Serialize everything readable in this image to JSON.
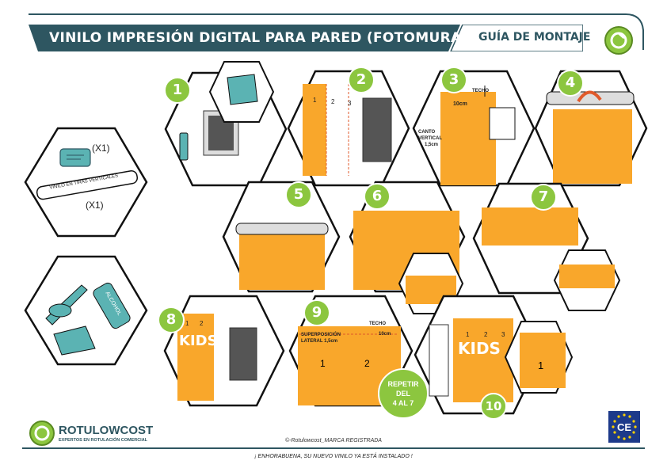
{
  "header": {
    "title": "VINILO IMPRESIÓN DIGITAL PARA PARED (FOTOMURAL)",
    "guide": "GUÍA DE MONTAJE"
  },
  "materials": {
    "card_count": "(X1)",
    "roll_label": "VINILO EN TIRAS VERTICALES",
    "roll_count": "(X1)",
    "alcohol_label": "ALCOHOL"
  },
  "steps": [
    "1",
    "2",
    "3",
    "4",
    "5",
    "6",
    "7",
    "8",
    "9",
    "10"
  ],
  "step2_strips": [
    "1",
    "2",
    "3"
  ],
  "step3": {
    "techo": "TECHO",
    "distance": "10cm",
    "canto": "CANTO",
    "vertical": "VERTICAL",
    "margin": "1,5cm"
  },
  "step8": {
    "strips": [
      "1",
      "2"
    ],
    "kids": "KIDS"
  },
  "step9": {
    "techo": "TECHO",
    "distance": "10cm",
    "overlap1": "SUPERPOSICIÓN",
    "overlap2": "LATERAL 1,5cm",
    "strips": [
      "1",
      "2"
    ]
  },
  "repeat": {
    "line1": "REPETIR",
    "line2": "DEL",
    "line3": "4 AL 7"
  },
  "step10": {
    "kids": "KIDS",
    "strips": [
      "1",
      "2",
      "3"
    ],
    "zoom_strip": "1"
  },
  "brand": {
    "name": "ROTULOWCOST",
    "tagline": "EXPERTOS EN ROTULACIÓN COMERCIAL"
  },
  "copyright": "©-Rotulowcost_MARCA REGISTRADA",
  "footer": "¡ ENHORABUENA, SU NUEVO VINILO YA ESTÁ INSTALADO !",
  "colors": {
    "teal": "#2e5661",
    "orange": "#f9a72b",
    "green": "#8cc63f",
    "aqua": "#5bb3b3",
    "eu_blue": "#1d3a8a"
  }
}
